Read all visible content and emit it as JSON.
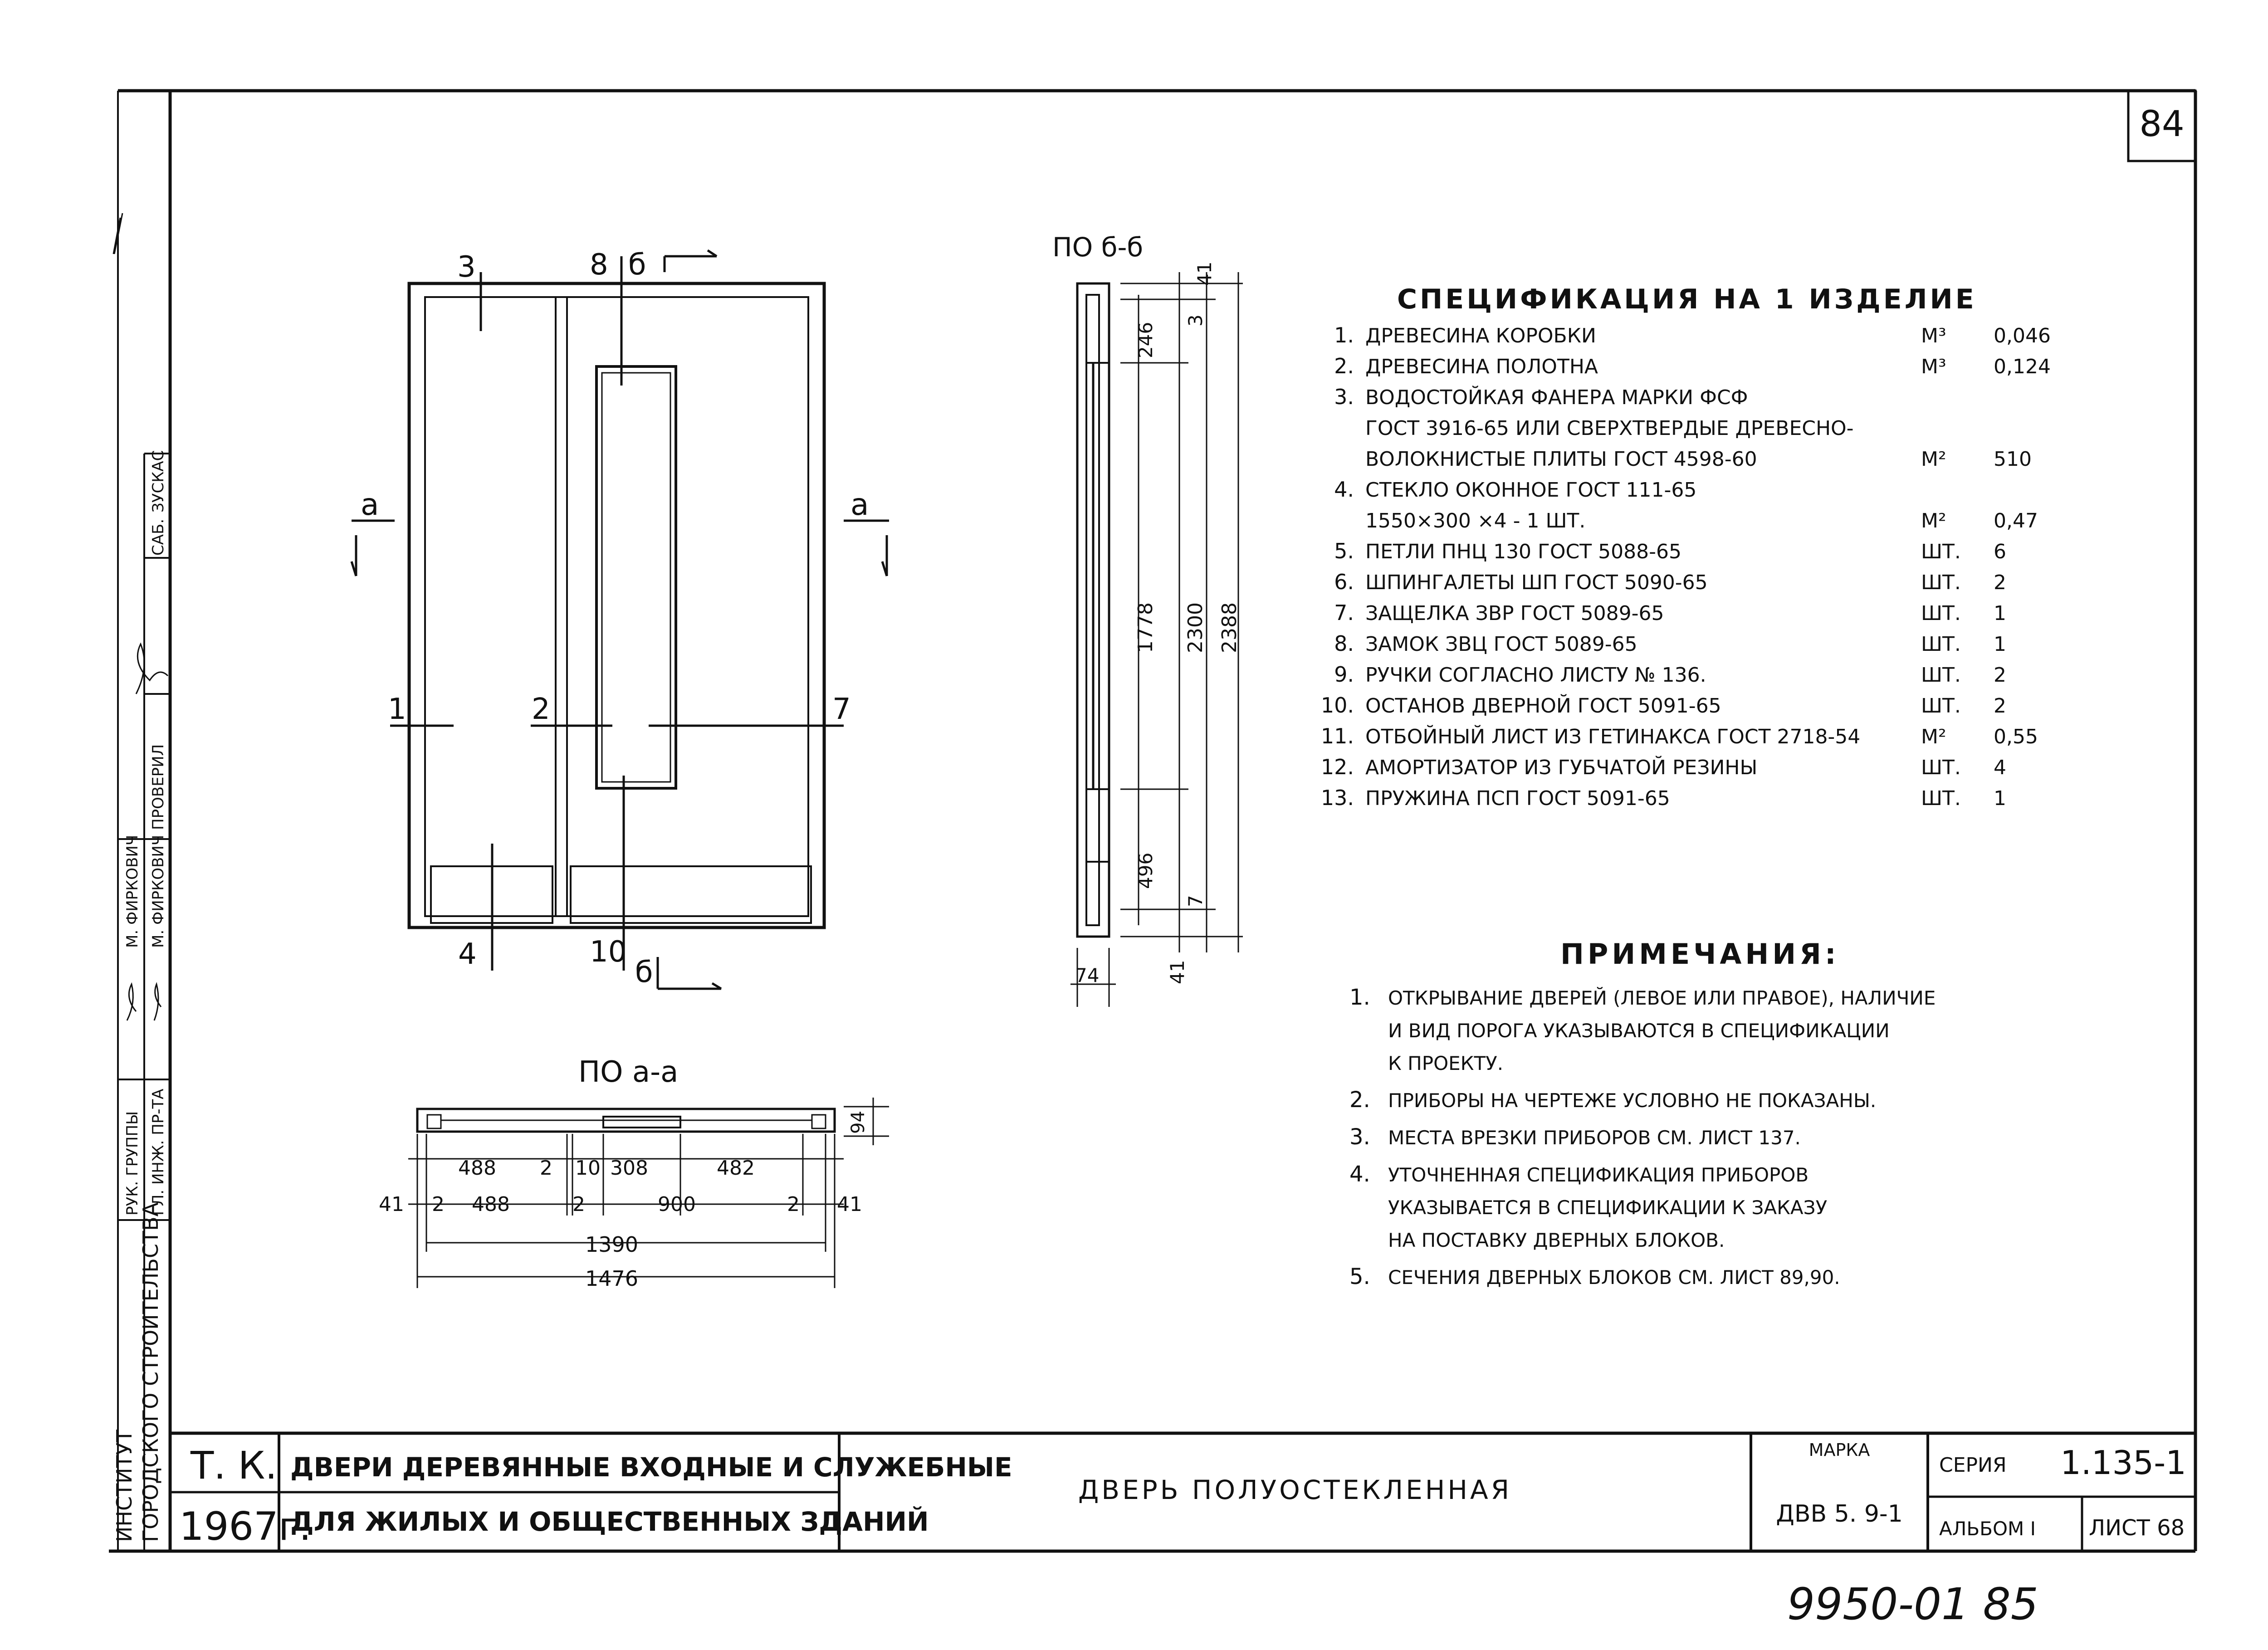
{
  "sheet": {
    "page_number": "84",
    "bottom_stamp": "9950-01 85"
  },
  "side_stamp": {
    "org": "ГОРОДСКОГО СТРОИТЕЛЬСТВА",
    "org_partial": "ИНСТИТУТ",
    "rows": [
      {
        "role": "ГЛ. ИНЖ. ПР-ТА",
        "name": "М. ФИРКОВИЧ"
      },
      {
        "role": "РУК. ГРУППЫ",
        "name": "М. ФИРКОВИЧ"
      },
      {
        "role": "ПРОВЕРИЛ",
        "name": ""
      },
      {
        "role": "САБ.",
        "name": "ЗУСКАС"
      }
    ]
  },
  "drawing": {
    "elevation_labels": {
      "l1": "1",
      "l2": "2",
      "l3": "3",
      "l4": "4",
      "l7": "7",
      "l8": "8",
      "l10": "10",
      "a_left": "a",
      "a_right": "a",
      "b_top": "б",
      "b_bottom": "б"
    },
    "section_bb": {
      "title": "ПО б-б",
      "dims": {
        "d41_top": "41",
        "d246": "246",
        "d3": "3",
        "d1778": "1778",
        "d2300": "2300",
        "d2388": "2388",
        "d496": "496",
        "d7": "7",
        "d74": "74",
        "d41_bot": "41"
      }
    },
    "section_aa": {
      "title": "ПО а-а",
      "dims": {
        "d94": "94",
        "d41_l": "41",
        "d41_r": "41",
        "row1": {
          "a": "488",
          "b": "2",
          "c": "10",
          "d": "308",
          "e": "482"
        },
        "row2": {
          "a": "2",
          "b": "488",
          "c": "2",
          "d": "900",
          "e": "2"
        },
        "w1390": "1390",
        "w1476": "1476"
      }
    }
  },
  "spec": {
    "title": "СПЕЦИФИКАЦИЯ НА 1 ИЗДЕЛИЕ",
    "items": [
      {
        "n": "1.",
        "lines": [
          "ДРЕВЕСИНА КОРОБКИ"
        ],
        "unit": "М³",
        "qty": "0,046"
      },
      {
        "n": "2.",
        "lines": [
          "ДРЕВЕСИНА ПОЛОТНА"
        ],
        "unit": "М³",
        "qty": "0,124"
      },
      {
        "n": "3.",
        "lines": [
          "ВОДОСТОЙКАЯ ФАНЕРА МАРКИ ФСФ",
          "ГОСТ 3916-65 ИЛИ СВЕРХТВЕРДЫЕ ДРЕВЕСНО-",
          "ВОЛОКНИСТЫЕ ПЛИТЫ ГОСТ 4598-60"
        ],
        "unit": "М²",
        "qty": "510"
      },
      {
        "n": "4.",
        "lines": [
          "СТЕКЛО ОКОННОЕ ГОСТ 111-65",
          "1550×300 ×4 - 1 ШТ."
        ],
        "unit": "М²",
        "qty": "0,47"
      },
      {
        "n": "5.",
        "lines": [
          "ПЕТЛИ ПНЦ 130 ГОСТ 5088-65"
        ],
        "unit": "ШТ.",
        "qty": "6"
      },
      {
        "n": "6.",
        "lines": [
          "ШПИНГАЛЕТЫ ШП ГОСТ 5090-65"
        ],
        "unit": "ШТ.",
        "qty": "2"
      },
      {
        "n": "7.",
        "lines": [
          "ЗАЩЕЛКА ЗВР ГОСТ 5089-65"
        ],
        "unit": "ШТ.",
        "qty": "1"
      },
      {
        "n": "8.",
        "lines": [
          "ЗАМОК ЗВЦ ГОСТ 5089-65"
        ],
        "unit": "ШТ.",
        "qty": "1"
      },
      {
        "n": "9.",
        "lines": [
          "РУЧКИ СОГЛАСНО ЛИСТУ № 136."
        ],
        "unit": "ШТ.",
        "qty": "2"
      },
      {
        "n": "10.",
        "lines": [
          "ОСТАНОВ ДВЕРНОЙ ГОСТ 5091-65"
        ],
        "unit": "ШТ.",
        "qty": "2"
      },
      {
        "n": "11.",
        "lines": [
          "ОТБОЙНЫЙ ЛИСТ ИЗ ГЕТИНАКСА ГОСТ 2718-54"
        ],
        "unit": "М²",
        "qty": "0,55"
      },
      {
        "n": "12.",
        "lines": [
          "АМОРТИЗАТОР ИЗ ГУБЧАТОЙ РЕЗИНЫ"
        ],
        "unit": "ШТ.",
        "qty": "4"
      },
      {
        "n": "13.",
        "lines": [
          "ПРУЖИНА ПСП ГОСТ 5091-65"
        ],
        "unit": "ШТ.",
        "qty": "1"
      }
    ]
  },
  "notes": {
    "title": "ПРИМЕЧАНИЯ:",
    "items": [
      {
        "n": "1.",
        "lines": [
          "ОТКРЫВАНИЕ ДВЕРЕЙ (ЛЕВОЕ ИЛИ ПРАВОЕ), НАЛИЧИЕ",
          "И ВИД ПОРОГА УКАЗЫВАЮТСЯ В СПЕЦИФИКАЦИИ",
          "К ПРОЕКТУ."
        ]
      },
      {
        "n": "2.",
        "lines": [
          "ПРИБОРЫ НА ЧЕРТЕЖЕ УСЛОВНО НЕ ПОКАЗАНЫ."
        ]
      },
      {
        "n": "3.",
        "lines": [
          "МЕСТА ВРЕЗКИ ПРИБОРОВ СМ. ЛИСТ 137."
        ]
      },
      {
        "n": "4.",
        "lines": [
          "УТОЧНЕННАЯ СПЕЦИФИКАЦИЯ ПРИБОРОВ",
          "УКАЗЫВАЕТСЯ В СПЕЦИФИКАЦИИ К ЗАКАЗУ",
          "НА ПОСТАВКУ ДВЕРНЫХ БЛОКОВ."
        ]
      },
      {
        "n": "5.",
        "lines": [
          "СЕЧЕНИЯ ДВЕРНЫХ БЛОКОВ СМ. ЛИСТ 89,90."
        ]
      }
    ]
  },
  "title_block": {
    "org_code": "Т. К.",
    "year": "1967г.",
    "title_line1": "ДВЕРИ ДЕРЕВЯННЫЕ ВХОДНЫЕ И СЛУЖЕБНЫЕ",
    "title_line2": "ДЛЯ ЖИЛЫХ И ОБЩЕСТВЕННЫХ ЗДАНИЙ",
    "drawing_name": "ДВЕРЬ ПОЛУОСТЕКЛЕННАЯ",
    "marka_label": "МАРКА",
    "marka_value": "ДВВ 5. 9-1",
    "seria_label": "СЕРИЯ",
    "seria_value": "1.135-1",
    "album": "АЛЬБОМ I",
    "list": "ЛИСТ 68"
  }
}
